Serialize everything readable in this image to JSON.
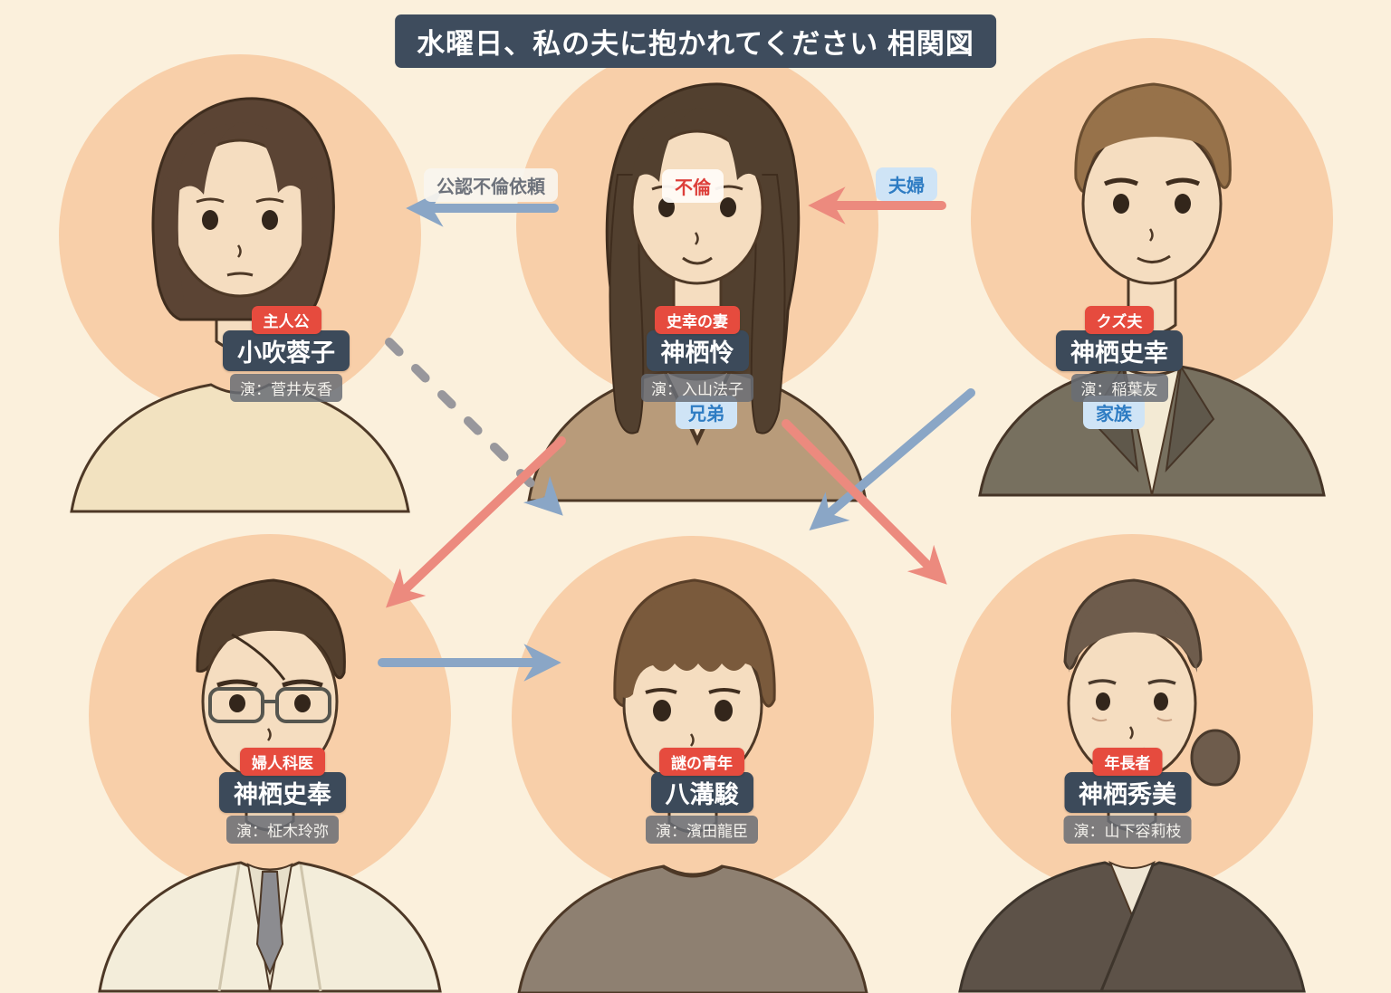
{
  "title": "水曜日、私の夫に抱かれてください 相関図",
  "characters": [
    {
      "role": "主人公",
      "name": "小吹蓉子",
      "actor": "演：菅井友香"
    },
    {
      "role": "史幸の妻",
      "name": "神栖怜",
      "actor": "演：入山法子"
    },
    {
      "role": "クズ夫",
      "name": "神栖史幸",
      "actor": "演：稲葉友"
    },
    {
      "role": "婦人科医",
      "name": "神栖史奉",
      "actor": "演：柾木玲弥"
    },
    {
      "role": "謎の青年",
      "name": "八溝駿",
      "actor": "演：濱田龍臣"
    },
    {
      "role": "年長者",
      "name": "神栖秀美",
      "actor": "演：山下容莉枝"
    }
  ],
  "relations": {
    "approved_affair": "公認不倫依頼",
    "affair": "不倫",
    "couple": "夫婦",
    "brothers": "兄弟",
    "family": "家族"
  },
  "colors": {
    "background": "#fbf0dc",
    "circle_peach": "#f8cfa9",
    "title_navy": "#3e4c5d",
    "badge_red": "#e64b3e",
    "name_navy": "#3c4a5a",
    "actor_gray": "#686d75",
    "label_blue_bg": "#cfe4f6",
    "label_blue_text": "#2e7cc3",
    "label_red_text": "#dd3f3a",
    "label_gray_text": "#6d727b",
    "arrow_red": "#ec8a7e",
    "arrow_blue": "#8aa6c6",
    "arrow_gray": "#98979c"
  }
}
